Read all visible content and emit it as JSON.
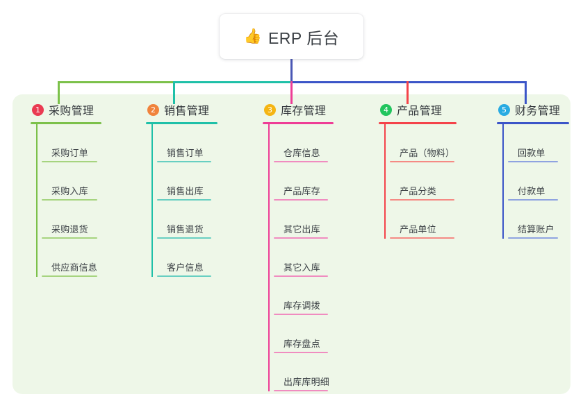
{
  "root": {
    "icon": "thumbs-up-emoji",
    "icon_glyph": "👍",
    "title": "ERP 后台"
  },
  "palette": {
    "panel_bg": "#eef7e8",
    "page_bg": "#ffffff",
    "text": "#3a3f44",
    "root_stem": "#4a57b5"
  },
  "columns": [
    {
      "number": "1",
      "title": "采购管理",
      "badge_color": "#ea3b52",
      "accent": "#7cc14a",
      "item_rule_color": "#a6d47f",
      "items": [
        {
          "label": "采购订单"
        },
        {
          "label": "采购入库"
        },
        {
          "label": "采购退货"
        },
        {
          "label": "供应商信息"
        }
      ]
    },
    {
      "number": "2",
      "title": "销售管理",
      "badge_color": "#f0833c",
      "accent": "#1fc0a8",
      "item_rule_color": "#68cfc2",
      "items": [
        {
          "label": "销售订单"
        },
        {
          "label": "销售出库"
        },
        {
          "label": "销售退货"
        },
        {
          "label": "客户信息"
        }
      ]
    },
    {
      "number": "3",
      "title": "库存管理",
      "badge_color": "#f5b513",
      "accent": "#ee3d96",
      "item_rule_color": "#f08cc0",
      "items": [
        {
          "label": "仓库信息"
        },
        {
          "label": "产品库存"
        },
        {
          "label": "其它出库"
        },
        {
          "label": "其它入库"
        },
        {
          "label": "库存调拨"
        },
        {
          "label": "库存盘点"
        },
        {
          "label": "出库库明细"
        }
      ]
    },
    {
      "number": "4",
      "title": "产品管理",
      "badge_color": "#22c55e",
      "accent": "#f4434a",
      "item_rule_color": "#f58a84",
      "items": [
        {
          "label": "产品（物料）"
        },
        {
          "label": "产品分类"
        },
        {
          "label": "产品单位"
        }
      ]
    },
    {
      "number": "5",
      "title": "财务管理",
      "badge_color": "#29abe2",
      "accent": "#3b55c8",
      "item_rule_color": "#8fa3e0",
      "items": [
        {
          "label": "回款单"
        },
        {
          "label": "付款单"
        },
        {
          "label": "结算账户"
        }
      ]
    }
  ],
  "connector_bus": {
    "segments": [
      {
        "name": "green-segment",
        "color": "#7cc14a"
      },
      {
        "name": "teal-segment",
        "color": "#1fc0a8"
      },
      {
        "name": "blue-segment",
        "color": "#3b55c8"
      }
    ]
  }
}
